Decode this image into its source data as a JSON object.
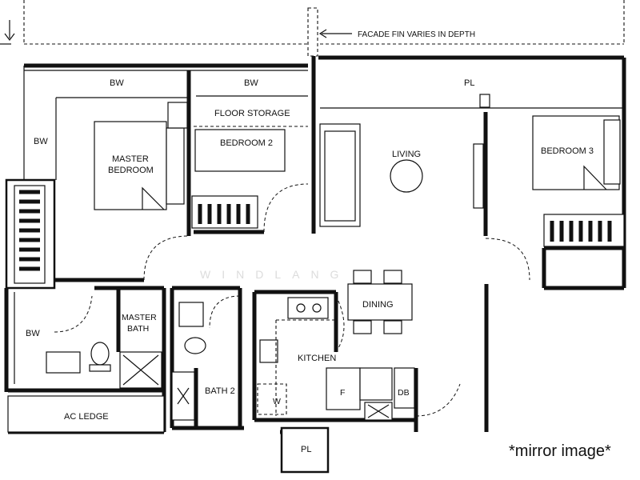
{
  "labels": {
    "facade_note": "FACADE FIN VARIES IN DEPTH",
    "bw_top_left": "BW",
    "bw_top_mid": "BW",
    "bw_left": "BW",
    "bw_bottom_left": "BW",
    "pl_top": "PL",
    "pl_bottom": "PL",
    "floor_storage": "FLOOR STORAGE",
    "master_bedroom_line1": "MASTER",
    "master_bedroom_line2": "BEDROOM",
    "bedroom_2": "BEDROOM 2",
    "bedroom_3": "BEDROOM 3",
    "living": "LIVING",
    "dining": "DINING",
    "kitchen": "KITCHEN",
    "master_bath_line1": "MASTER",
    "master_bath_line2": "BATH",
    "bath_2": "BATH 2",
    "ac_ledge": "AC LEDGE",
    "db": "DB",
    "fridge": "F",
    "washer": "W"
  },
  "watermark": "WINDLANG",
  "footnote": "*mirror image*"
}
